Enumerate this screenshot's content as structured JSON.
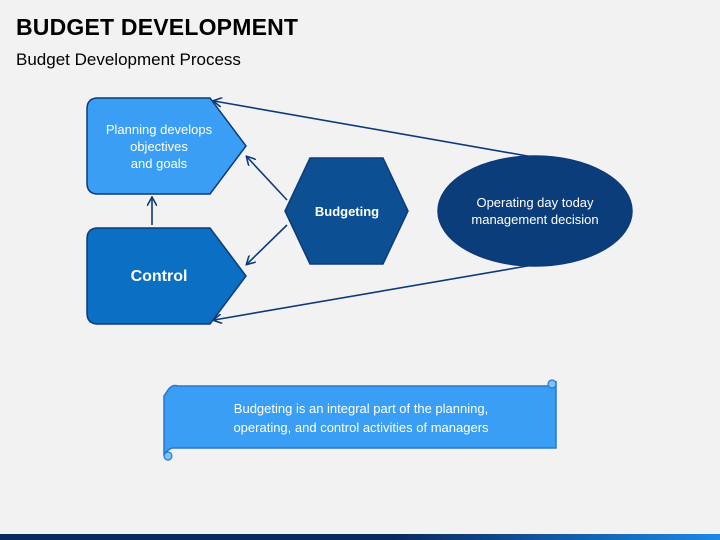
{
  "header": {
    "title": "BUDGET DEVELOPMENT",
    "subtitle": "Budget Development Process"
  },
  "nodes": {
    "planning": {
      "label": "Planning develops\nobjectives\nand goals",
      "color": "#3a9ef5"
    },
    "control": {
      "label": "Control",
      "color": "#0b6fc4"
    },
    "budgeting": {
      "label": "Budgeting",
      "color": "#0d4f93"
    },
    "operating": {
      "label": "Operating day today\nmanagement decision",
      "color": "#0b3d7a"
    }
  },
  "banner": {
    "text": "Budgeting is an integral part of the planning,\noperating, and control activities of managers",
    "color": "#3a9ef5"
  },
  "colors": {
    "arrow": "#0d3b7a",
    "outline": "#0d3b7a"
  }
}
